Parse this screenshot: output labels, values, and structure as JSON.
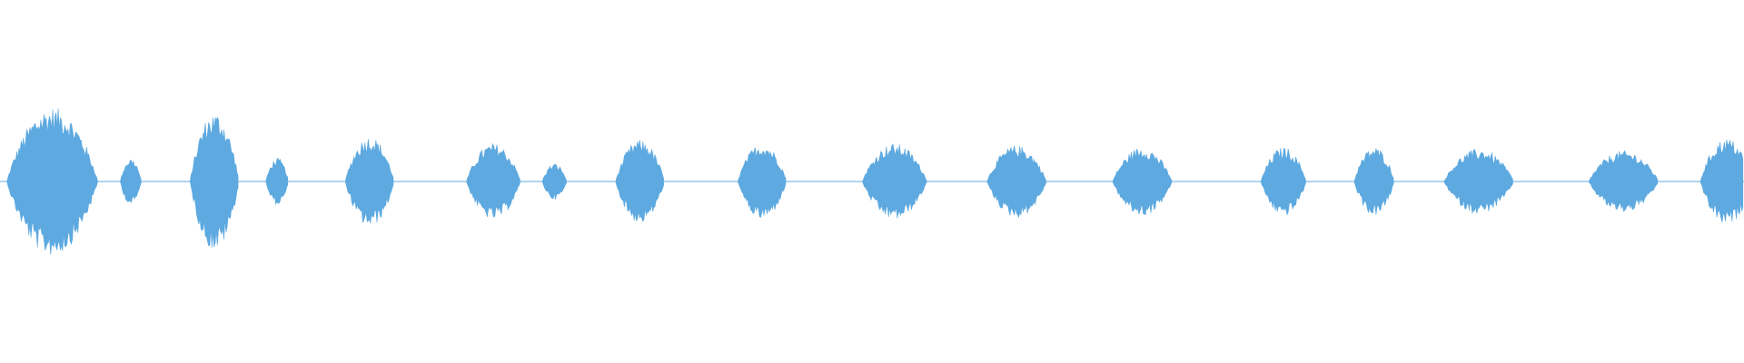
{
  "waveform": {
    "color": "#5DA9E0",
    "baseline_color": "#5DA9E0",
    "bursts": [
      {
        "center": 0.03,
        "width": 0.052,
        "amplitude": 0.41
      },
      {
        "center": 0.075,
        "width": 0.012,
        "amplitude": 0.13
      },
      {
        "center": 0.123,
        "width": 0.028,
        "amplitude": 0.38
      },
      {
        "center": 0.159,
        "width": 0.013,
        "amplitude": 0.13
      },
      {
        "center": 0.212,
        "width": 0.028,
        "amplitude": 0.25
      },
      {
        "center": 0.283,
        "width": 0.031,
        "amplitude": 0.21
      },
      {
        "center": 0.318,
        "width": 0.014,
        "amplitude": 0.1
      },
      {
        "center": 0.367,
        "width": 0.028,
        "amplitude": 0.23
      },
      {
        "center": 0.437,
        "width": 0.028,
        "amplitude": 0.21
      },
      {
        "center": 0.513,
        "width": 0.037,
        "amplitude": 0.21
      },
      {
        "center": 0.583,
        "width": 0.034,
        "amplitude": 0.2
      },
      {
        "center": 0.655,
        "width": 0.034,
        "amplitude": 0.19
      },
      {
        "center": 0.736,
        "width": 0.026,
        "amplitude": 0.19
      },
      {
        "center": 0.788,
        "width": 0.023,
        "amplitude": 0.19
      },
      {
        "center": 0.848,
        "width": 0.04,
        "amplitude": 0.18
      },
      {
        "center": 0.931,
        "width": 0.04,
        "amplitude": 0.17
      },
      {
        "center": 0.99,
        "width": 0.03,
        "amplitude": 0.24
      }
    ]
  }
}
